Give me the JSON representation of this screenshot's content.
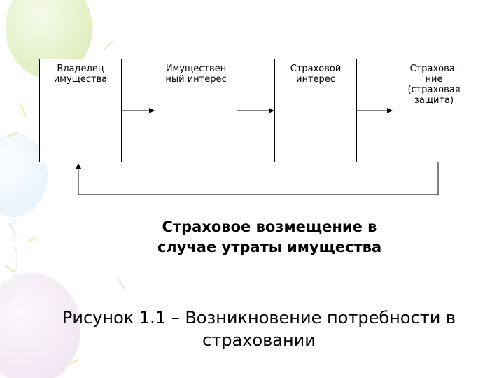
{
  "diagram": {
    "boxes": [
      {
        "label": "Владелец\nимущества"
      },
      {
        "label": "Имуществен\nный интерес"
      },
      {
        "label": "Страховой\nинтерес"
      },
      {
        "label": "Страхова-\nние\n(страховая\nзащита)"
      }
    ],
    "feedback_label": "Страховое возмещение в\nслучае утраты имущества",
    "connector_color": "#000000"
  },
  "caption": "Рисунок 1.1 – Возникновение потребности в\nстраховании",
  "background": {
    "balloon_colors": [
      "#dfeec0",
      "#e9f4fb",
      "#f2e6f3",
      "#f7f3c8"
    ]
  }
}
